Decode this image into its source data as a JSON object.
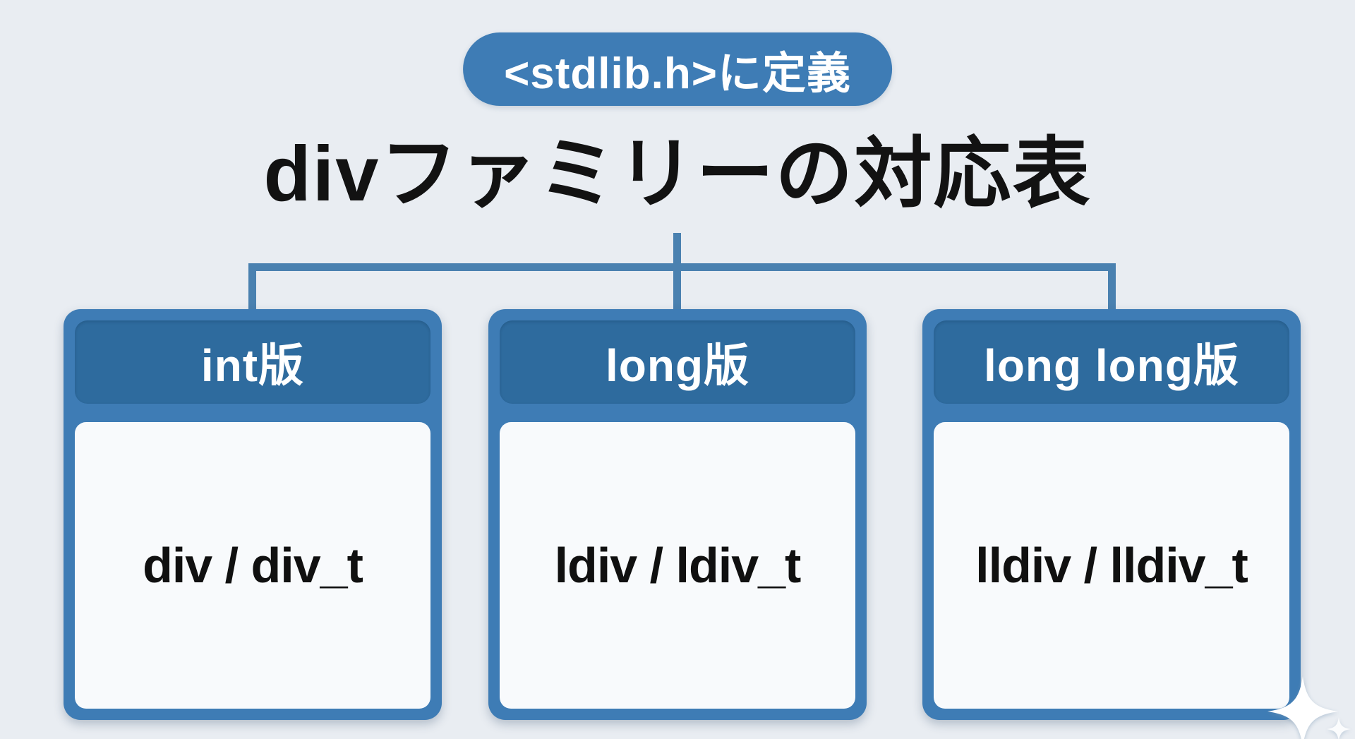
{
  "badge": {
    "label": "<stdlib.h>に定義"
  },
  "title": {
    "text": "divファミリーの対応表"
  },
  "columns": [
    {
      "header": "int版",
      "value": "div / div_t"
    },
    {
      "header": "long版",
      "value": "ldiv / ldiv_t"
    },
    {
      "header": "long long版",
      "value": "lldiv / lldiv_t"
    }
  ],
  "colors": {
    "background": "#e9edf2",
    "primary_blue": "#3e7cb5",
    "header_blue": "#2e6b9e",
    "connector_blue": "#4a81b0",
    "cell_background": "#f8fafc",
    "title_text": "#121212",
    "badge_text": "#ffffff"
  },
  "decorations": {
    "sparkle_icon": "four-pointed-star"
  }
}
